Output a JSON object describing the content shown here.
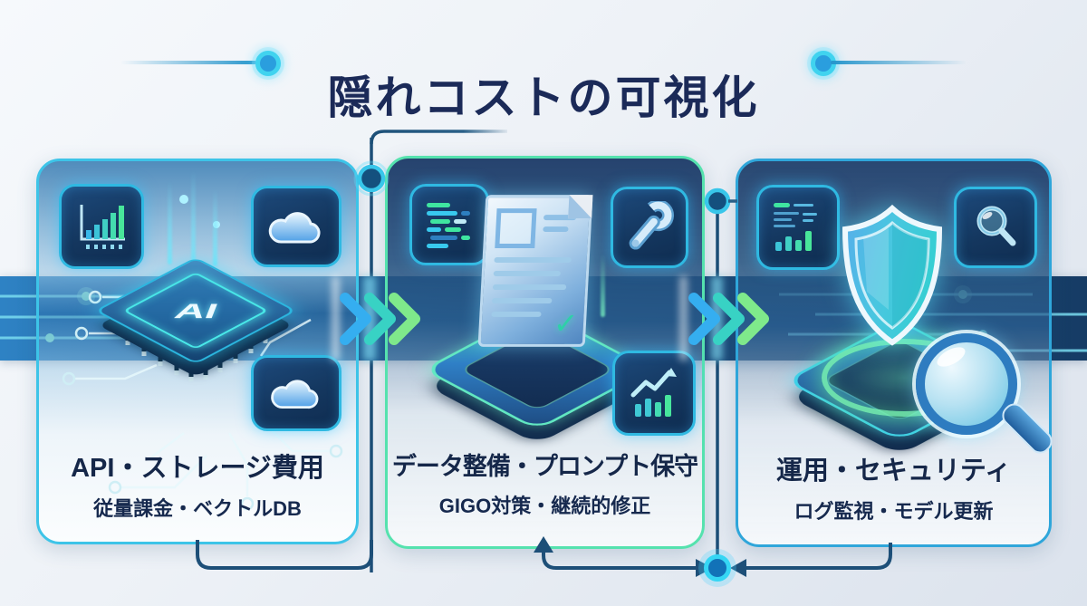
{
  "title": "隠れコストの可視化",
  "panels": [
    {
      "title": "API・ストレージ費用",
      "subtitle": "従量課金・ベクトルDB",
      "chip_label": "AI",
      "icons": [
        "bar-chart-icon",
        "cloud-icon",
        "ai-chip-icon",
        "cloud-icon"
      ]
    },
    {
      "title": "データ整備・プロンプト保守",
      "subtitle": "GIGO対策・継続的修正",
      "doc_check_glyph": "✓",
      "icons": [
        "code-block-icon",
        "wrench-icon",
        "document-check-icon",
        "growth-chart-icon"
      ]
    },
    {
      "title": "運用・セキュリティ",
      "subtitle": "ログ監視・モデル更新",
      "icons": [
        "dashboard-icon",
        "magnifier-icon",
        "shield-icon",
        "magnifier-icon"
      ]
    }
  ],
  "flow": {
    "arrows_between_panels": 2,
    "chevrons_per_arrow": 3,
    "feedback_loop": "panel-3 → bottom node → panel-2"
  },
  "icon_map": {
    "bar-chart-icon": "ascending bars glyph",
    "cloud-icon": "cloud shape",
    "ai-chip-icon": "isometric CPU with AI label",
    "code-block-icon": "rows of code lines",
    "wrench-icon": "wrench glyph",
    "document-check-icon": "document with checkmark",
    "growth-chart-icon": "rising line + bars",
    "dashboard-icon": "mini dashboard bars",
    "magnifier-icon": "magnifying glass",
    "shield-icon": "glossy shield"
  },
  "colors": {
    "title_text": "#1b2a58",
    "band_left": "#2e82c4",
    "band_right": "#163c65",
    "panel1_border": "#3dc4e8",
    "panel2_border": "#55e2ae",
    "panel3_border": "#2fa6da",
    "chevron_blue": "#35aef0",
    "chevron_teal": "#38d2c4",
    "chevron_green": "#7fe98b",
    "connector": "#1d4f78",
    "node_ring": "#38c6ea"
  }
}
